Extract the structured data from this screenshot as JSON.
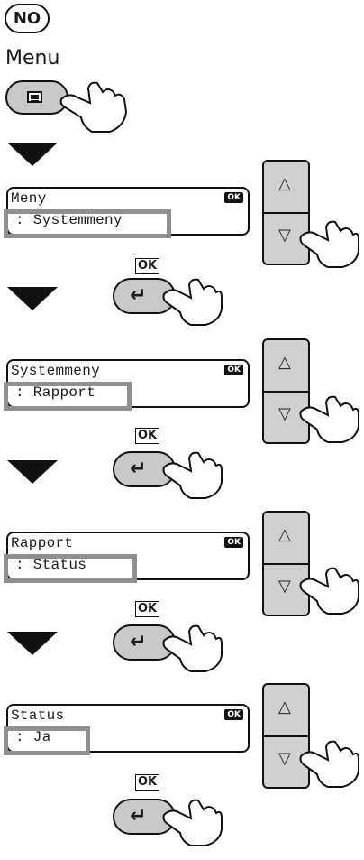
{
  "header": {
    "language_code": "NO",
    "title": "Menu"
  },
  "steps": [
    {
      "line1": "Meny",
      "line2": ": Systemmeny",
      "ok_badge": "OK",
      "ok_label": "OK"
    },
    {
      "line1": "Systemmeny",
      "line2": ": Rapport",
      "ok_badge": "OK",
      "ok_label": "OK"
    },
    {
      "line1": "Rapport",
      "line2": ": Status",
      "ok_badge": "OK",
      "ok_label": "OK"
    },
    {
      "line1": "Status",
      "line2": ": Ja",
      "ok_badge": "OK",
      "ok_label": "OK"
    }
  ],
  "colors": {
    "key_fill": "#c9c9c9",
    "highlight": "#8f8f8f",
    "ink": "#111111"
  },
  "icons": {
    "menu": "menu-list-icon",
    "enter": "enter-arrow-icon",
    "hand": "pointing-hand-icon"
  }
}
